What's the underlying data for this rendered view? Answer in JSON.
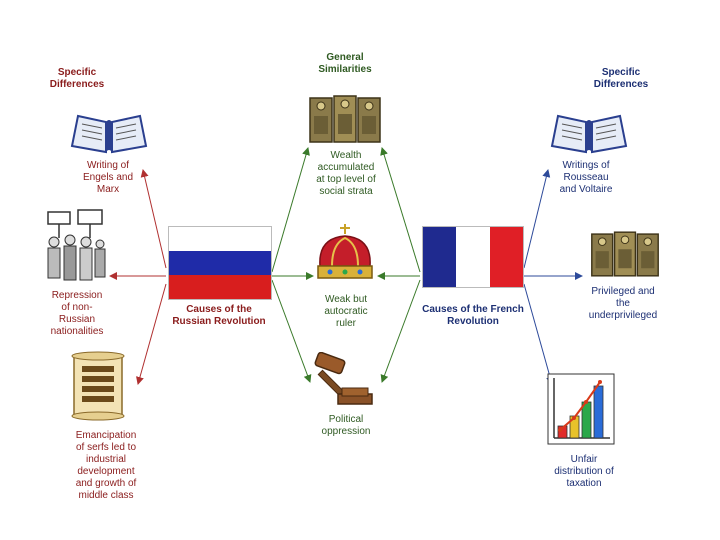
{
  "headers": {
    "left": "Specific\nDifferences",
    "center": "General\nSimilarities",
    "right": "Specific\nDifferences"
  },
  "russia": {
    "label": "Causes of the\nRussian Revolution",
    "flag_colors": [
      "#ffffff",
      "#1f2ba8",
      "#d81e1e"
    ],
    "causes": [
      "Writing of\nEngels and\nMarx",
      "Repression\nof non-\nRussian\nnationalities",
      "Emancipation\nof serfs led to\nindustrial\ndevelopment\nand growth of\nmiddle class"
    ]
  },
  "france": {
    "label": "Causes of the French\nRevolution",
    "flag_colors": [
      "#1f2a8f",
      "#ffffff",
      "#e01f26"
    ],
    "causes": [
      "Writings of\nRousseau\nand Voltaire",
      "Privileged and\nthe\nunderprivileged",
      "Unfair\ndistribution of\ntaxation"
    ]
  },
  "similarities": [
    "Wealth\naccumulated\nat top level of\nsocial strata",
    "Weak but\nautocratic\nruler",
    "Political\noppression"
  ],
  "colors": {
    "russia_arrows": "#b03030",
    "similarity_arrows": "#3a7a2a",
    "france_arrows": "#2d4a9a"
  },
  "icons": [
    "book-icon",
    "protesters-icon",
    "scroll-icon",
    "gold-bars-icon",
    "crown-icon",
    "gavel-icon",
    "bar-chart-icon"
  ]
}
